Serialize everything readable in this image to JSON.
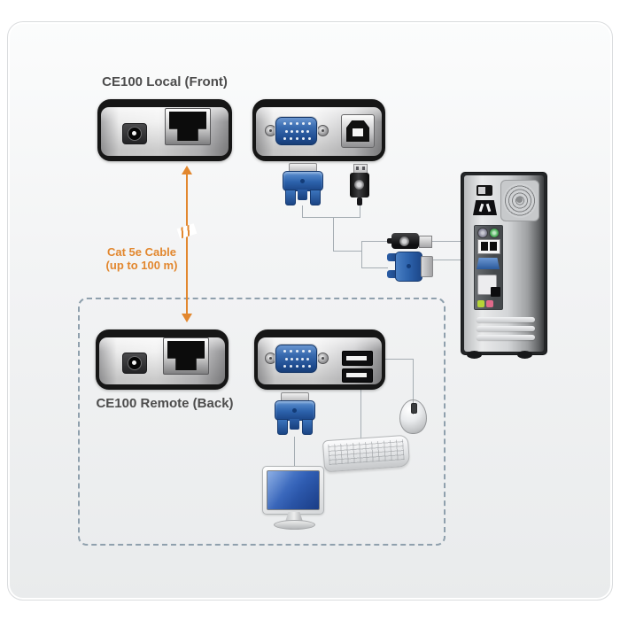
{
  "sections": {
    "local": {
      "label": "CE100 Local (Front)"
    },
    "remote": {
      "label": "CE100 Remote (Back)"
    },
    "link": {
      "label_line1": "Cat 5e Cable",
      "label_line2": "(up to 100 m)"
    }
  },
  "colors": {
    "accent_orange": "#e2872e",
    "vga_blue": "#2c62ab",
    "wire_gray": "#a5adb3",
    "dashed_border": "#8fa0ad",
    "label_gray": "#4d4d4d"
  },
  "icons": [
    "dc-power-jack-icon",
    "rj45-port-icon",
    "vga-port-icon",
    "usb-b-port-icon",
    "usb-a-port-icon",
    "vga-plug-icon",
    "usb-plug-icon",
    "cat5e-arrow-icon",
    "cable-break-icon",
    "computer-tower-icon",
    "fan-grille-icon",
    "ps2-port-icon",
    "ethernet-port-icon",
    "audio-jack-icon",
    "monitor-icon",
    "keyboard-icon",
    "mouse-icon"
  ]
}
